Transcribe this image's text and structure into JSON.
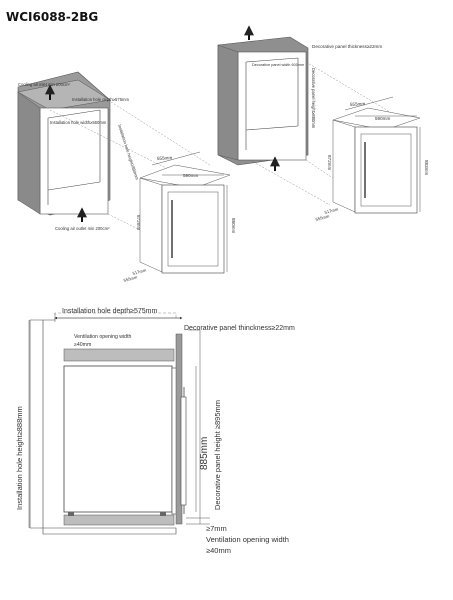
{
  "title": "WCI6088-2BG",
  "left_iso": {
    "cooling_air_inlet": "Cooling air inlet min 200cm²",
    "install_depth": "Installation hole depth≥575mm",
    "install_width": "Installation hole width≥560mm",
    "install_height": "Installation hole height≥880mm",
    "cooling_air_outlet": "Cooling air outlet min 200cm²",
    "dim_depth": "555mm",
    "dim_width": "590mm",
    "dim_height": "880mm",
    "dim_side": "872mm",
    "dim_base1": "517mm",
    "dim_base2": "555mm"
  },
  "right_iso": {
    "decorative_panel": "Decorative panel  thickness≥22mm",
    "panel_width": "Decorative panel width 600mm",
    "panel_height": "Decorative panel height≥880mm",
    "dim_depth": "555mm",
    "dim_width": "590mm",
    "dim_height": "883mm",
    "dim_side": "872mm",
    "dim_base1": "517mm",
    "dim_base2": "555mm"
  },
  "section": {
    "install_depth": "Installation hole depth≥575mm",
    "decorative_panel": "Decorative panel  thinckness≥22mm",
    "vent_top_line1": "Ventilation opening width",
    "vent_top_line2": "≥40mm",
    "install_height": "Installation hole height≥888mm",
    "height_885": "885mm",
    "panel_height": "Decorative panel height ≥895mm",
    "gap_7": "≥7mm",
    "vent_bottom_line1": "Ventilation opening width",
    "vent_bottom_line2": "≥40mm"
  }
}
